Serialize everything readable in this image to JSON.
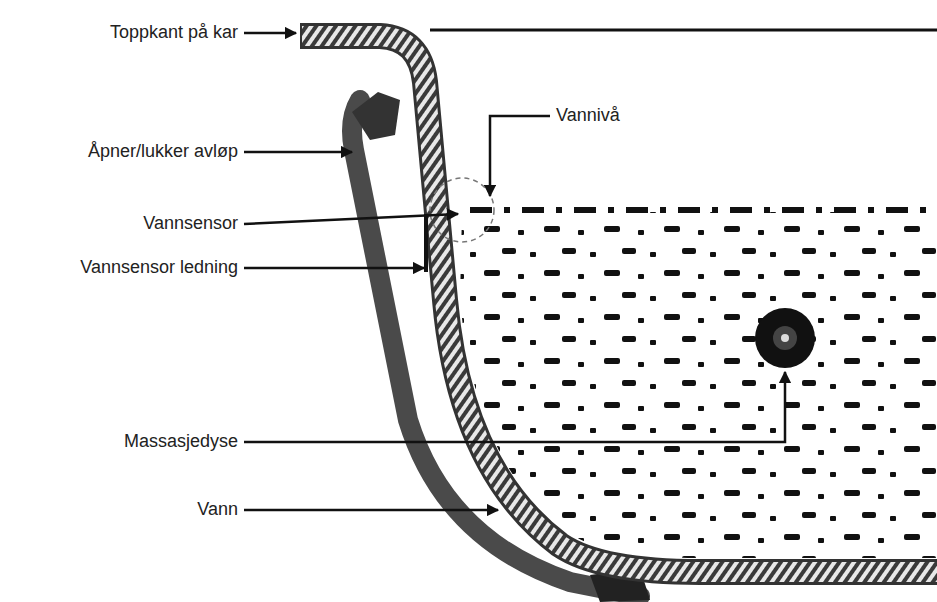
{
  "diagram": {
    "labels": [
      "Toppkant på kar",
      "Vannivå",
      "Åpner/lukker avløp",
      "Vannsensor",
      "Vannsensor ledning",
      "Massasjedyse",
      "Vann"
    ]
  }
}
